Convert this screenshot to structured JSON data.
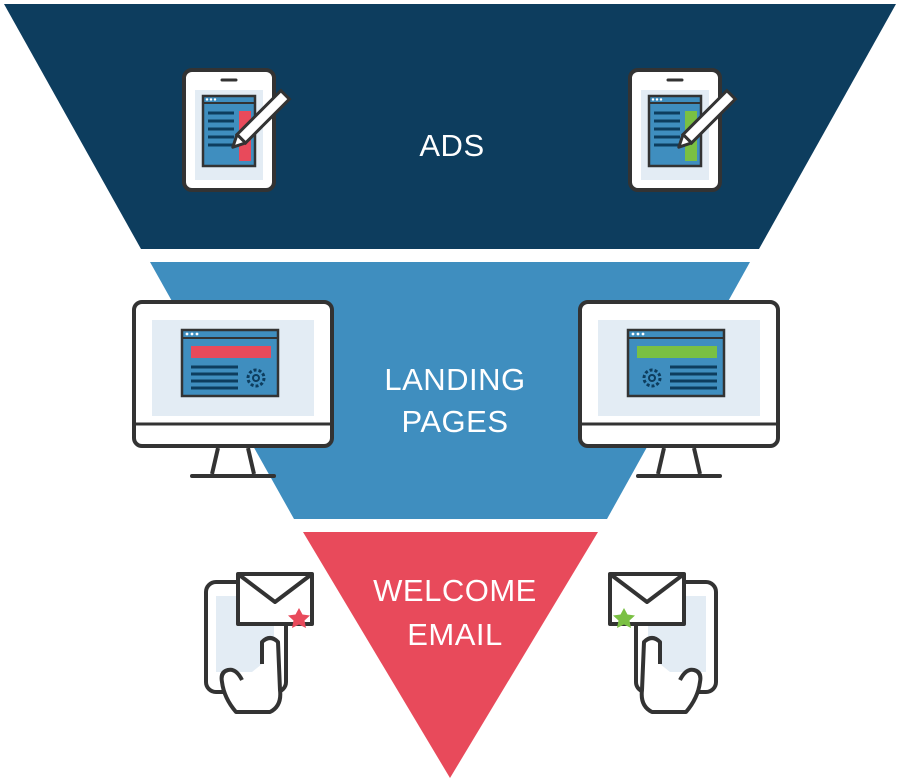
{
  "colors": {
    "ads": "#0d3d5e",
    "landing": "#3f8ebf",
    "email": "#e84a5b",
    "icon_stroke": "#333333",
    "screen_blue": "#3f8ebf",
    "accent_red": "#e84a5b",
    "accent_green": "#7ac043",
    "pale_blue": "#e3ecf4",
    "dark_navy": "#0d3d5e"
  },
  "stages": [
    {
      "id": "ads",
      "lines": [
        "ADS"
      ],
      "icons": [
        "tablet-pen-red-icon",
        "tablet-pen-green-icon"
      ]
    },
    {
      "id": "landing",
      "lines": [
        "LANDING",
        "PAGES"
      ],
      "icons": [
        "monitor-red-banner-icon",
        "monitor-green-banner-icon"
      ]
    },
    {
      "id": "email",
      "lines": [
        "WELCOME",
        "EMAIL"
      ],
      "icons": [
        "phone-email-red-star-icon",
        "phone-email-green-star-icon"
      ]
    }
  ]
}
